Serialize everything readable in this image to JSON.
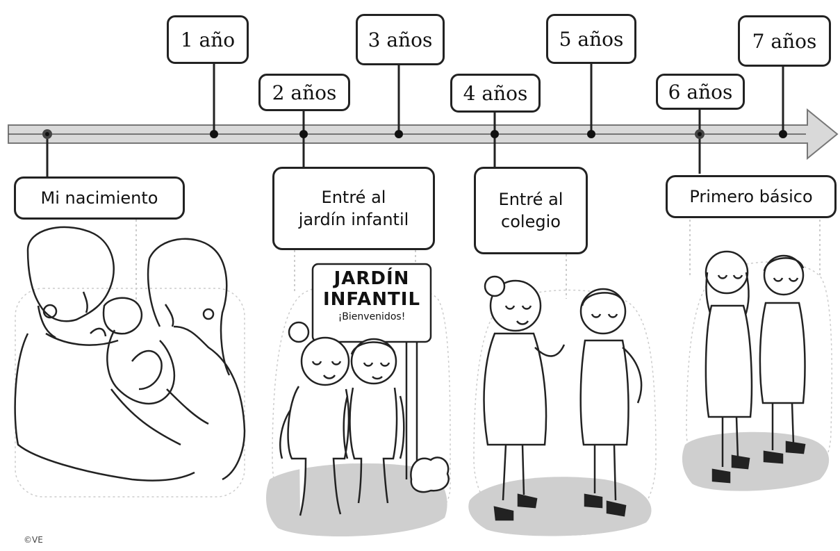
{
  "years": [
    "1 año",
    "2 años",
    "3 años",
    "4 años",
    "5 años",
    "6 años",
    "7 años"
  ],
  "events": {
    "birth": "Mi nacimiento",
    "kinder_line1": "Entré al",
    "kinder_line2": "jardín infantil",
    "school_line1": "Entré al",
    "school_line2": "colegio",
    "first_grade": "Primero básico"
  },
  "sign": {
    "line1": "JARDÍN",
    "line2": "INFANTIL",
    "line3": "¡Bienvenidos!"
  },
  "credit": "©VE",
  "colors": {
    "ink": "#222222",
    "axis_fill": "#d9d9d9",
    "ground": "#cfcfcf"
  }
}
